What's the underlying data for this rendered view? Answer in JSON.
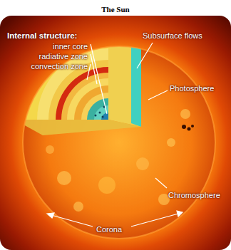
{
  "diagram": {
    "title": "The Sun",
    "labels": [
      "Internal structure:",
      "inner core",
      "radiative zone",
      "convection zone",
      "Subsurface flows",
      "Photosphere",
      "Chromosphere",
      "Corona"
    ]
  }
}
